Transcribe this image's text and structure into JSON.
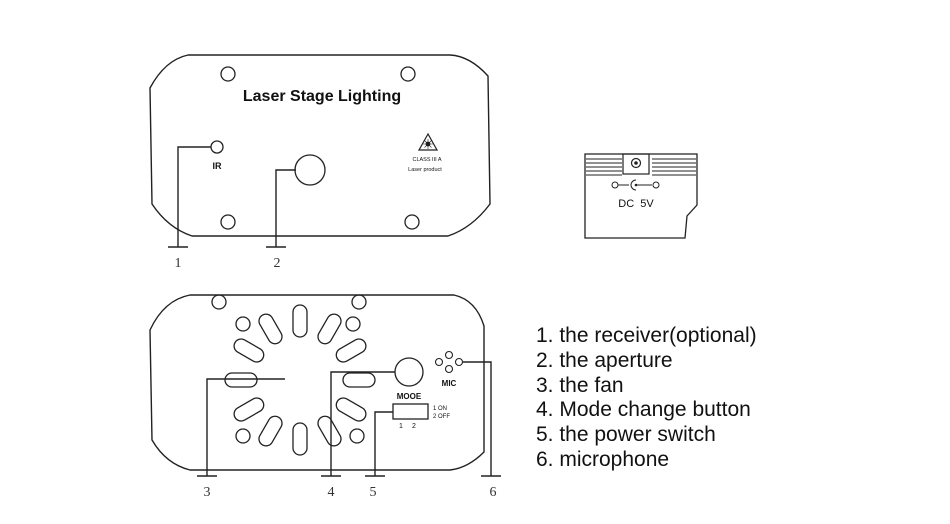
{
  "front_panel": {
    "title": "Laser Stage Lighting",
    "ir_label": "IR",
    "warning_line1": "CLASS III A",
    "warning_line2": "Laser product"
  },
  "dc_jack": {
    "label": "DC  5V"
  },
  "back_panel": {
    "mode_label": "MOOE",
    "mic_label": "MIC",
    "switch_on_label": "1 ON",
    "switch_off_label": "2 OFF",
    "switch_num_1": "1",
    "switch_num_2": "2"
  },
  "callouts": [
    "1",
    "2",
    "3",
    "4",
    "5",
    "6"
  ],
  "legend": [
    "1. the receiver(optional)",
    "2. the aperture",
    "3. the fan",
    "4. Mode change button",
    "5. the power switch",
    "6. microphone"
  ]
}
